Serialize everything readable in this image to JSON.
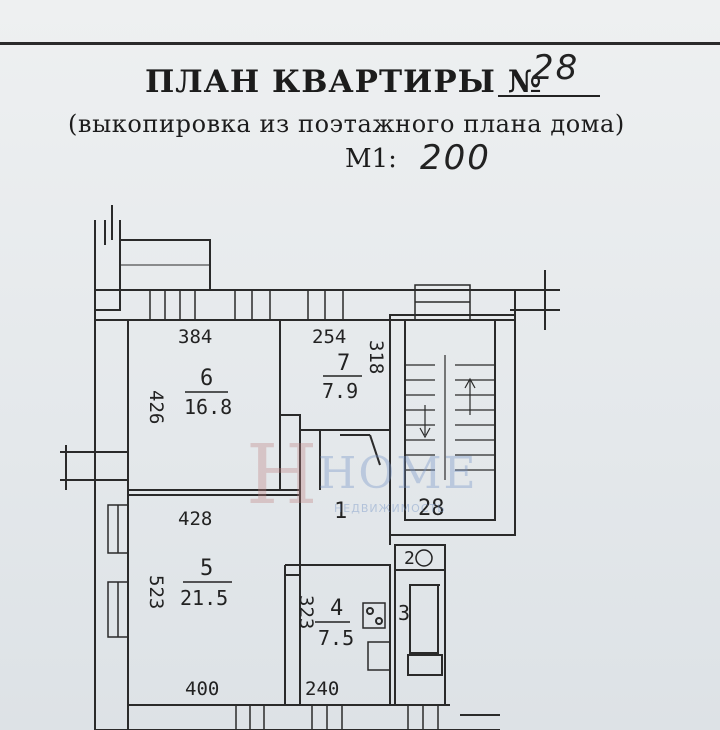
{
  "header": {
    "title": "ПЛАН КВАРТИРЫ №",
    "apartment_number": "28",
    "subtitle": "(выкопировка из поэтажного плана дома)",
    "scale_label": "М1:",
    "scale_value": "200"
  },
  "rooms": [
    {
      "number": "6",
      "area": "16.8",
      "width": "384",
      "depth": "426"
    },
    {
      "number": "7",
      "area": "7.9",
      "width": "254",
      "depth": "318"
    },
    {
      "number": "5",
      "area": "21.5",
      "width": "428",
      "depth": "523",
      "bottom": "400"
    },
    {
      "number": "4",
      "area": "7.5",
      "width": "240",
      "depth": "323"
    },
    {
      "number": "1"
    },
    {
      "number": "2"
    },
    {
      "number": "3"
    }
  ],
  "stair_label": "28",
  "watermark": {
    "brand": "HOME",
    "sub": "НЕДВИЖИМОСТЬ"
  }
}
